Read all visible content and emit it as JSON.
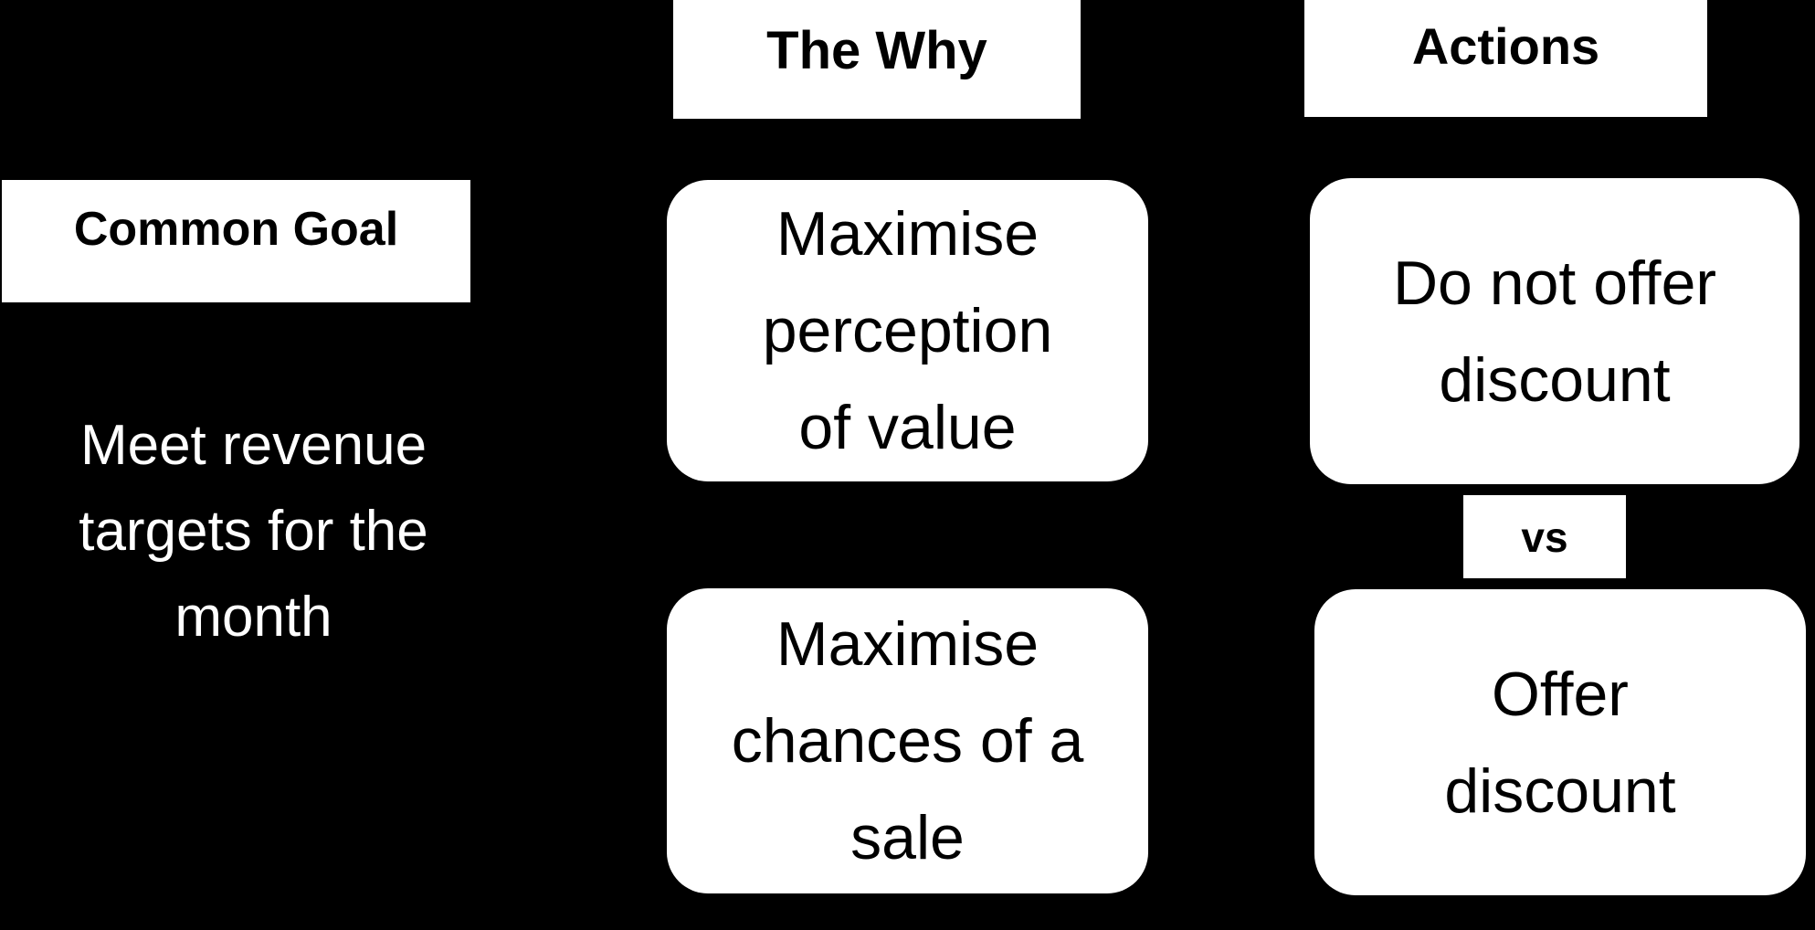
{
  "colors": {
    "background": "#000000",
    "box_fill": "#ffffff",
    "box_text": "#000000",
    "light_text": "#ffffff"
  },
  "goal": {
    "header": "Common Goal",
    "body_lines": [
      "Meet revenue",
      "targets for the",
      "month"
    ]
  },
  "why": {
    "header": "The Why",
    "boxes": [
      [
        "Maximise",
        "perception",
        "of value"
      ],
      [
        "Maximise",
        "chances of a",
        "sale"
      ]
    ]
  },
  "actions": {
    "header": "Actions",
    "vs": "vs",
    "boxes": [
      [
        "Do not offer",
        "discount"
      ],
      [
        "Offer",
        "discount"
      ]
    ]
  }
}
